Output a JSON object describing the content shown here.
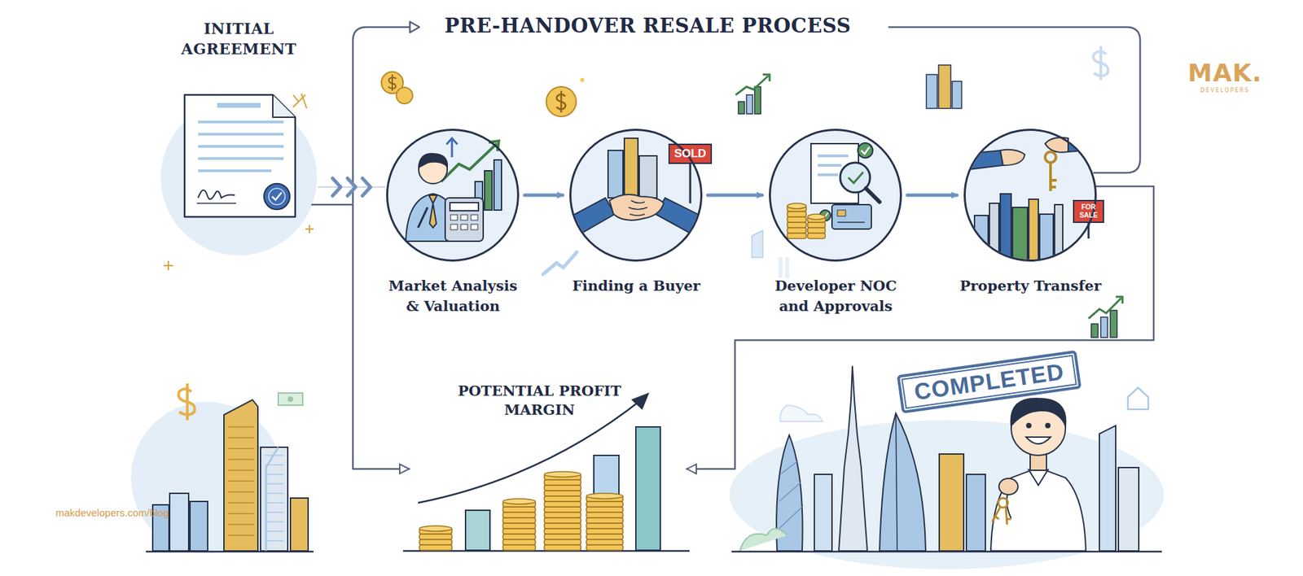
{
  "diagram": {
    "title": "PRE-HANDOVER RESALE PROCESS",
    "nodes": [
      {
        "text": [
          "INITIAL AGREEMENT"
        ]
      },
      {
        "text": [
          "Market Analysis & Valuation"
        ]
      },
      {
        "text": [
          "Finding a Buyer"
        ]
      },
      {
        "text": [
          "Developer NOC and Approvals"
        ]
      },
      {
        "text": [
          "Property Transfer"
        ]
      },
      {
        "text": [
          "POTENTIAL PROFIT MARGIN"
        ]
      },
      {
        "text": [
          "COMPLETED"
        ]
      }
    ],
    "edges": [
      {
        "from": 0,
        "to": 1,
        "arrow": "to"
      },
      {
        "from": 1,
        "to": 2,
        "arrow": "to"
      },
      {
        "from": 2,
        "to": 3,
        "arrow": "to"
      },
      {
        "from": 3,
        "to": 4,
        "arrow": "to"
      },
      {
        "from": 4,
        "to": 5,
        "arrow": "to"
      },
      {
        "from": 0,
        "to": 5,
        "arrow": "to"
      }
    ],
    "labels": [
      "SOLD",
      "FOR SALE",
      "MAK.",
      "DEVELOPERS",
      "makdevelopers.com/blog"
    ]
  }
}
